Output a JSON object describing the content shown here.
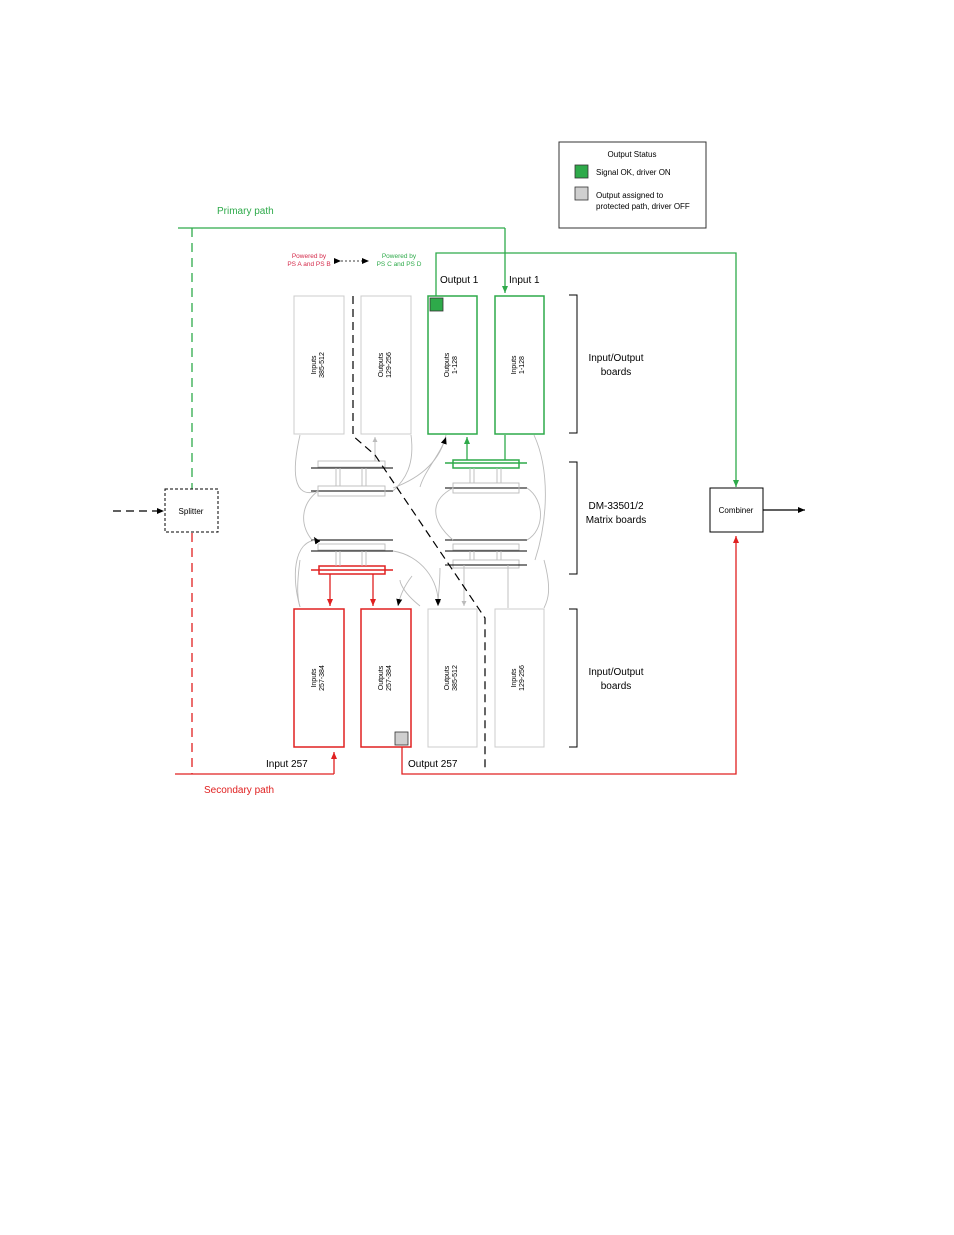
{
  "legend": {
    "title": "Output Status",
    "items": [
      {
        "label": "Signal OK, driver ON",
        "color": "#2eaa4a"
      },
      {
        "label_lines": [
          "Output assigned to",
          "protected path, driver OFF"
        ],
        "color": "#cfcfcf"
      }
    ]
  },
  "paths": {
    "primary": "Primary path",
    "secondary": "Secondary path",
    "primary_color": "#2eaa4a",
    "secondary_color": "#e02020"
  },
  "power": {
    "left_lines": [
      "Powered by",
      "PS A and PS B"
    ],
    "right_lines": [
      "Powered by",
      "PS C and PS D"
    ],
    "left_color": "#d42a4a",
    "right_color": "#2eaa4a"
  },
  "top_boards": [
    {
      "lines": [
        "Inputs",
        "385-512"
      ]
    },
    {
      "lines": [
        "Outputs",
        "129-256"
      ]
    },
    {
      "lines": [
        "Outputs",
        "1-128"
      ]
    },
    {
      "lines": [
        "Inputs",
        "1-128"
      ]
    }
  ],
  "bottom_boards": [
    {
      "lines": [
        "Inputs",
        "257-384"
      ]
    },
    {
      "lines": [
        "Outputs",
        "257-384"
      ]
    },
    {
      "lines": [
        "Outputs",
        "385-512"
      ]
    },
    {
      "lines": [
        "Inputs",
        "129-256"
      ]
    }
  ],
  "labels": {
    "output1": "Output 1",
    "input1": "Input 1",
    "input257": "Input 257",
    "output257": "Output 257",
    "io_boards_top": [
      "Input/Output",
      "boards"
    ],
    "matrix_boards": [
      "DM-33501/2",
      "Matrix boards"
    ],
    "io_boards_bottom": [
      "Input/Output",
      "boards"
    ],
    "splitter": "Splitter",
    "combiner": "Combiner"
  }
}
